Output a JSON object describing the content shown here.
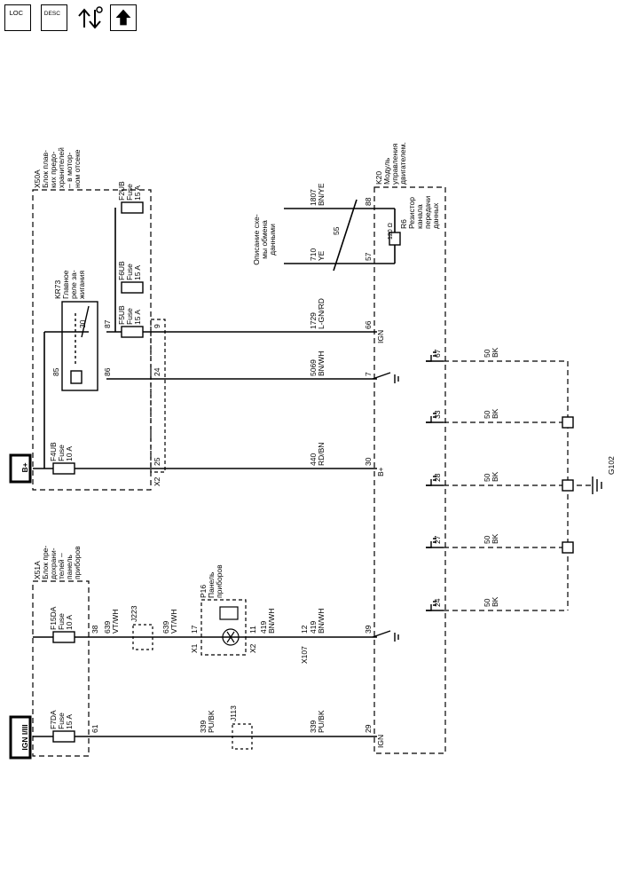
{
  "toolbar": {
    "loc_label": "LOC",
    "desc_label": "DESC",
    "loc_icon": "loc-icon",
    "desc_icon": "desc-icon",
    "tools_icon": "wrench-arrows-icon",
    "up_icon": "arrow-up-icon"
  },
  "labels": {
    "x50a": "X50A",
    "x50a_desc": [
      "Блок плав-",
      "ких предо-",
      "хранителей",
      "– в мотор-",
      "ном отсеке"
    ],
    "kr73": "KR73",
    "kr73_desc": [
      "Главное",
      "реле за-",
      "жигания"
    ],
    "f2ub": "F2UB",
    "f6ub": "F6UB",
    "f5ub": "F5UB",
    "f4ub": "F4UB",
    "f15da": "F15DA",
    "f7da": "F7DA",
    "fuse": "Fuse",
    "a15": "15 A",
    "a10": "10 A",
    "bplus": "B+",
    "ign": "IGN I/III",
    "x51a": "X51A",
    "x51a_desc": [
      "Блок пре-",
      "дохрани-",
      "телей –",
      "панель",
      "приборов"
    ],
    "p16": "P16",
    "p16_desc": [
      "Панель",
      "приборов"
    ],
    "j223": "J223",
    "j113": "J113",
    "x107": "X107",
    "x1": "X1",
    "x2": "X2",
    "k20": "K20",
    "k20_desc": [
      "Модуль",
      "управления",
      "двигателем."
    ],
    "r6": "R6",
    "r6_desc": [
      "Резистор",
      "канала",
      "передачи",
      "данных"
    ],
    "r6_value": "120 Ω",
    "bus_desc": [
      "Описание схе-",
      "мы обмена",
      "данными"
    ],
    "g102": "G102",
    "pin_ign": "IGN",
    "pin_bplus": "B+"
  },
  "wires": {
    "w1807": [
      "1807",
      "BN/YE"
    ],
    "w710": [
      "710",
      "YE"
    ],
    "w55": "55",
    "w1729": [
      "1729",
      "L-GN/RD"
    ],
    "w5069": [
      "5069",
      "BN/WH"
    ],
    "w440": [
      "440",
      "RD/BN"
    ],
    "w639a": [
      "639",
      "VT/WH"
    ],
    "w639b": [
      "639",
      "VT/WH"
    ],
    "w419a": [
      "419",
      "BN/WH"
    ],
    "w419b": [
      "419",
      "BN/WH"
    ],
    "w339a": [
      "339",
      "PU/BK"
    ],
    "w339b": [
      "339",
      "PU/BK"
    ],
    "w50": [
      "50",
      "BK"
    ]
  },
  "pins": {
    "p30": "30",
    "p87": "87",
    "p85": "85",
    "p86": "86",
    "p9": "9",
    "p24": "24",
    "p25": "25",
    "p38": "38",
    "p61": "61",
    "p17": "17",
    "p11": "11",
    "p12": "12",
    "k88": "88",
    "k57": "57",
    "k66": "66",
    "k7": "7",
    "k30": "30",
    "k39": "39",
    "k29": "29",
    "g67": "67",
    "g33": "33",
    "g28": "28",
    "g27": "27",
    "g24": "24"
  }
}
